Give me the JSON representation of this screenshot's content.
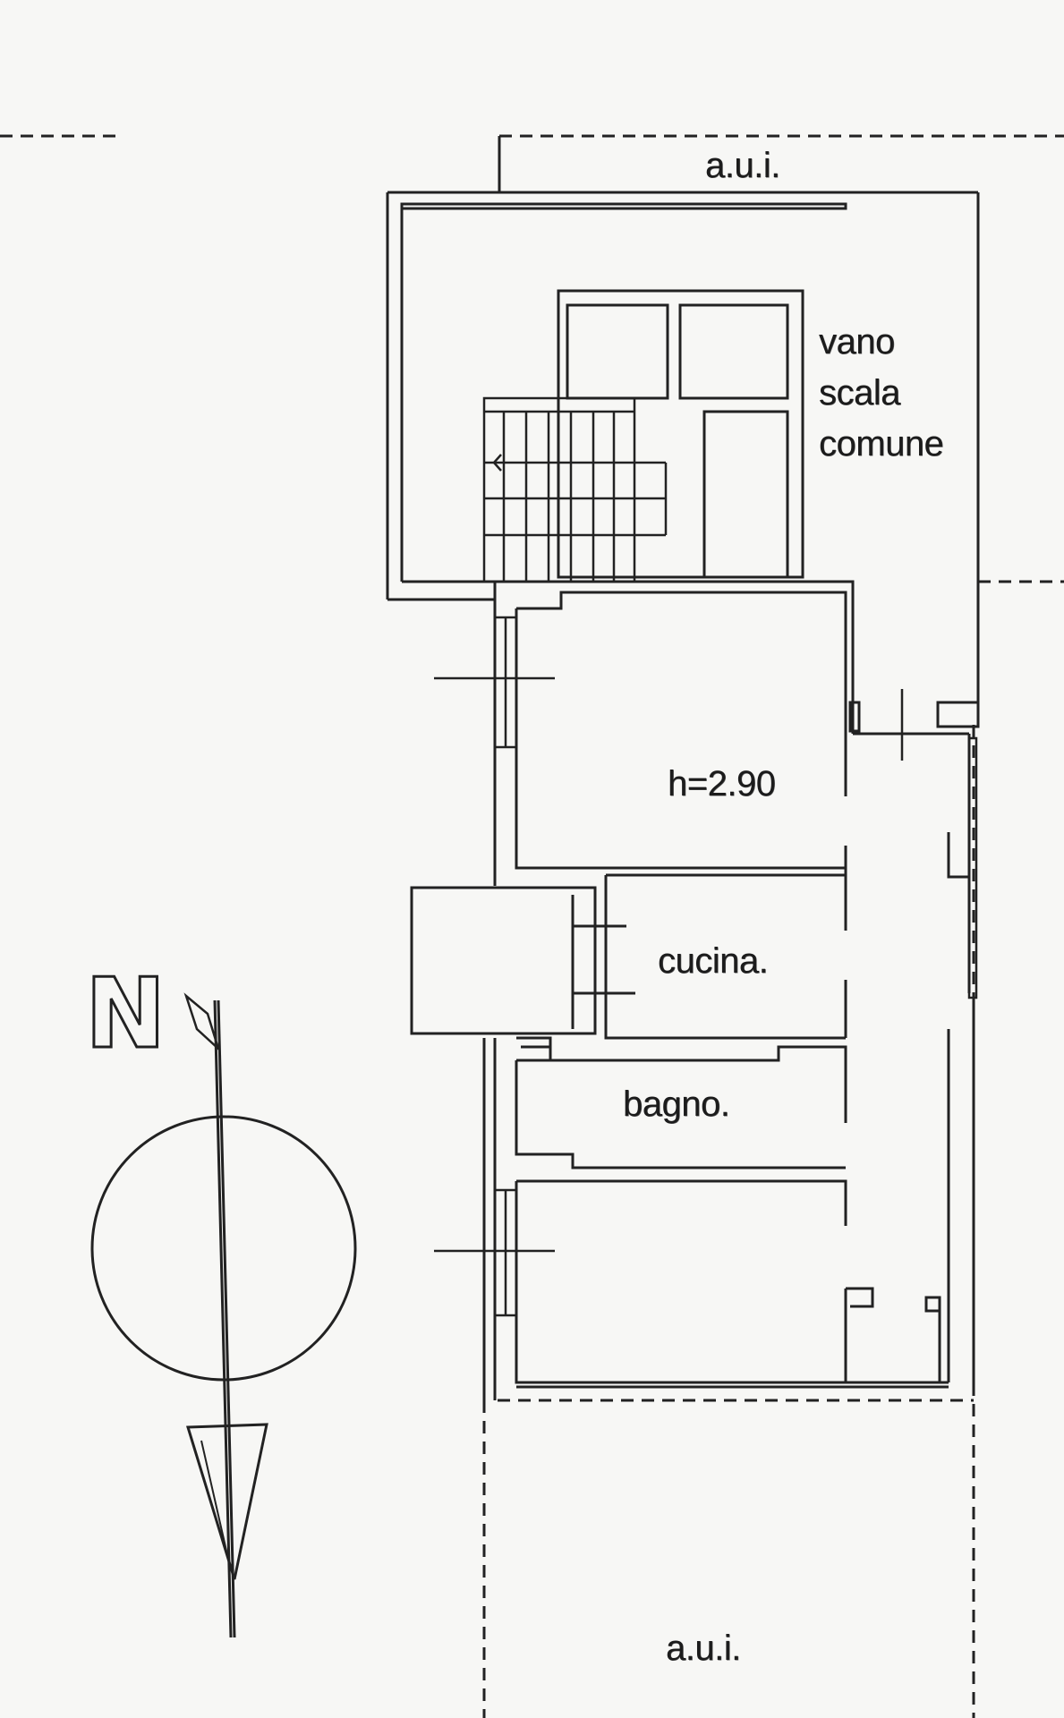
{
  "plan": {
    "labels": {
      "aui_top": "a.u.i.",
      "stair": [
        "vano",
        "scala",
        "comune"
      ],
      "height": "h=2.90",
      "kitchen": "cucina.",
      "bath": "bagno.",
      "aui_bottom": "a.u.i."
    },
    "north": "N"
  },
  "colors": {
    "ink": "#222222",
    "paper": "#f7f7f5"
  }
}
